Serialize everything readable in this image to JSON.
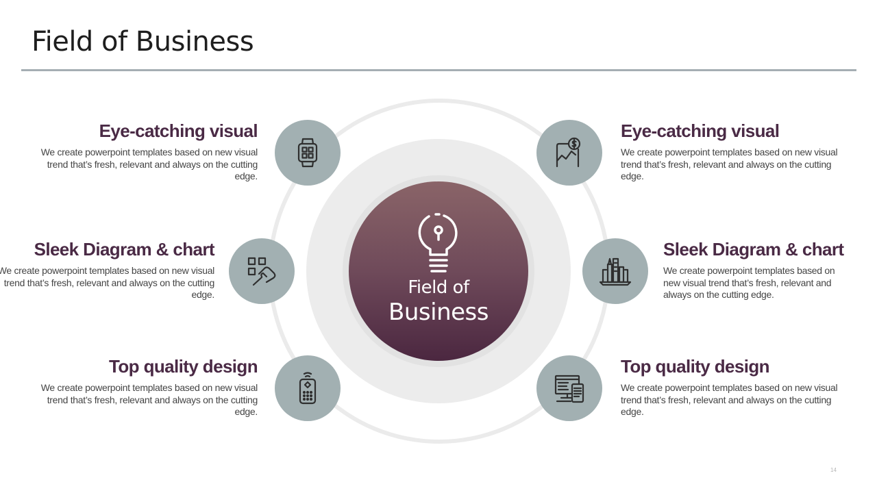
{
  "title": "Field of Business",
  "center": {
    "line1": "Field of",
    "line2": "Business",
    "icon": "lightbulb-lock-icon"
  },
  "items": [
    {
      "title": "Eye-catching visual",
      "description": "We create powerpoint templates based on new visual trend that’s fresh, relevant and always on the cutting edge.",
      "icon": "smartwatch-icon"
    },
    {
      "title": "Sleek Diagram & chart",
      "description": "We create powerpoint templates based on new visual trend that’s fresh, relevant and always on the cutting edge.",
      "icon": "touch-apps-icon"
    },
    {
      "title": "Top quality design",
      "description": "We create powerpoint templates based on new visual trend that’s fresh, relevant and always on the cutting edge.",
      "icon": "remote-control-icon"
    },
    {
      "title": "Eye-catching visual",
      "description": "We create powerpoint templates based on new visual trend that’s fresh, relevant and always on the cutting edge.",
      "icon": "mobile-payment-icon"
    },
    {
      "title": "Sleek Diagram & chart",
      "description": "We create powerpoint templates based on new visual trend that’s fresh, relevant and always on the cutting edge.",
      "icon": "laptop-city-icon"
    },
    {
      "title": "Top quality design",
      "description": "We create powerpoint templates based on new visual trend that’s fresh, relevant and always on the cutting edge.",
      "icon": "devices-icon"
    }
  ],
  "page_number": "14",
  "colors": {
    "accent": "#4a2a45",
    "node": "#a2b0b2",
    "center_top": "#8a6468",
    "center_bottom": "#4b2740",
    "rule": "#a5aeb3"
  }
}
